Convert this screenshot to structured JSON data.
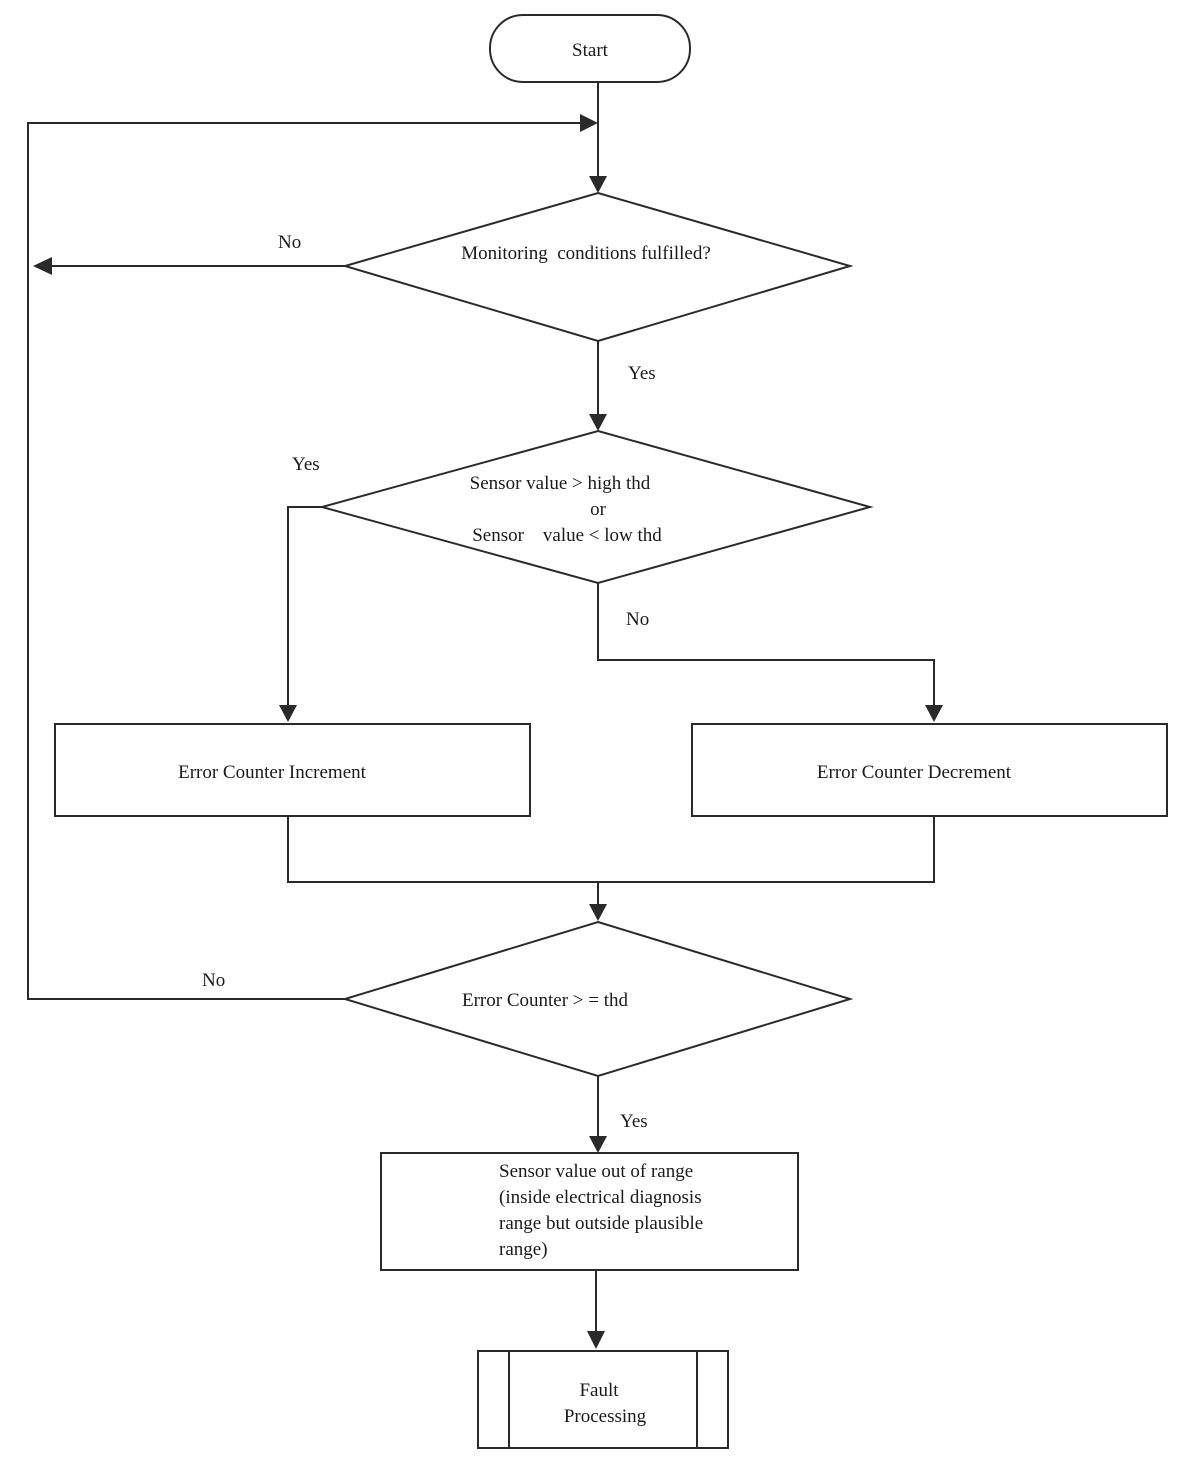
{
  "nodes": {
    "start": {
      "label": "Start"
    },
    "monitoring_decision": {
      "label": "Monitoring  conditions fulfilled?"
    },
    "threshold_decision": {
      "line1": "Sensor value > high thd",
      "line2": "or",
      "line3": "Sensor    value < low thd"
    },
    "increment": {
      "label": "Error Counter Increment"
    },
    "decrement": {
      "label": "Error Counter Decrement"
    },
    "counter_decision": {
      "label": "Error Counter > = thd"
    },
    "out_of_range": {
      "line1": "Sensor value out of range",
      "line2": "(inside electrical diagnosis",
      "line3": "range but outside plausible",
      "line4": "range)"
    },
    "fault_processing": {
      "line1": "Fault",
      "line2": "Processing"
    }
  },
  "edges": {
    "monitoring_no": "No",
    "monitoring_yes": "Yes",
    "threshold_yes": "Yes",
    "threshold_no": "No",
    "counter_no": "No",
    "counter_yes": "Yes"
  }
}
